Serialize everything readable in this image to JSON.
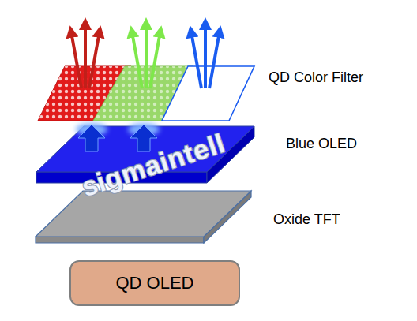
{
  "diagram": {
    "nodes": [
      {
        "text": [
          "QD OLED"
        ]
      }
    ],
    "labels": [
      "QD Color Filter",
      "Blue OLED",
      "Oxide TFT",
      "sigmaintell"
    ]
  }
}
